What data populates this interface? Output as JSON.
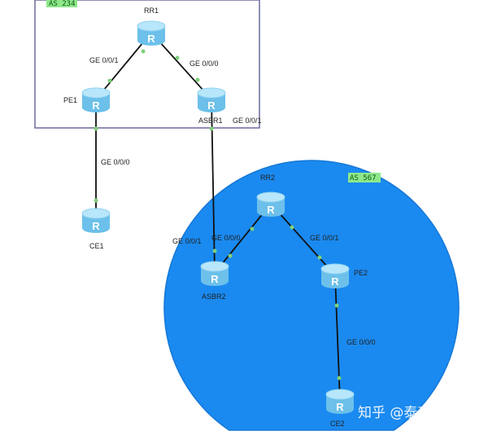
{
  "colors": {
    "as567_fill": "#1a8af0",
    "as234_border": "#6a6aa0",
    "router": "#7ccdf0",
    "link": "#111111",
    "port_dot": "#7ed07a",
    "as_label_bg": "#8ee88a"
  },
  "areas": {
    "as234": {
      "label": "AS 234"
    },
    "as567": {
      "label": "AS 567"
    }
  },
  "routers": [
    {
      "id": "RR1",
      "label": "RR1",
      "icon": "router-icon",
      "glyph": "R"
    },
    {
      "id": "PE1",
      "label": "PE1",
      "icon": "router-icon",
      "glyph": "R"
    },
    {
      "id": "ASBR1",
      "label": "ASBR1",
      "icon": "router-icon",
      "glyph": "R"
    },
    {
      "id": "CE1",
      "label": "CE1",
      "icon": "router-icon",
      "glyph": "R"
    },
    {
      "id": "RR2",
      "label": "RR2",
      "icon": "router-icon",
      "glyph": "R"
    },
    {
      "id": "ASBR2",
      "label": "ASBR2",
      "icon": "router-icon",
      "glyph": "R"
    },
    {
      "id": "PE2",
      "label": "PE2",
      "icon": "router-icon",
      "glyph": "R"
    },
    {
      "id": "CE2",
      "label": "CE2",
      "icon": "router-icon",
      "glyph": "R"
    }
  ],
  "links": [
    {
      "from": "RR1",
      "to": "PE1",
      "port": "GE 0/0/1"
    },
    {
      "from": "RR1",
      "to": "ASBR1",
      "port": "GE 0/0/0"
    },
    {
      "from": "PE1",
      "to": "CE1",
      "port": "GE 0/0/0"
    },
    {
      "from": "ASBR1",
      "to": "ASBR2",
      "port": "GE 0/0/1"
    },
    {
      "from": "RR2",
      "to": "ASBR2",
      "port": "GE 0/0/0"
    },
    {
      "from": "RR2",
      "to": "PE2",
      "port": "GE 0/0/1"
    },
    {
      "from": "PE2",
      "to": "CE2",
      "port": "GE 0/0/0"
    }
  ],
  "watermark": "知乎 @泰克冯莹莹"
}
